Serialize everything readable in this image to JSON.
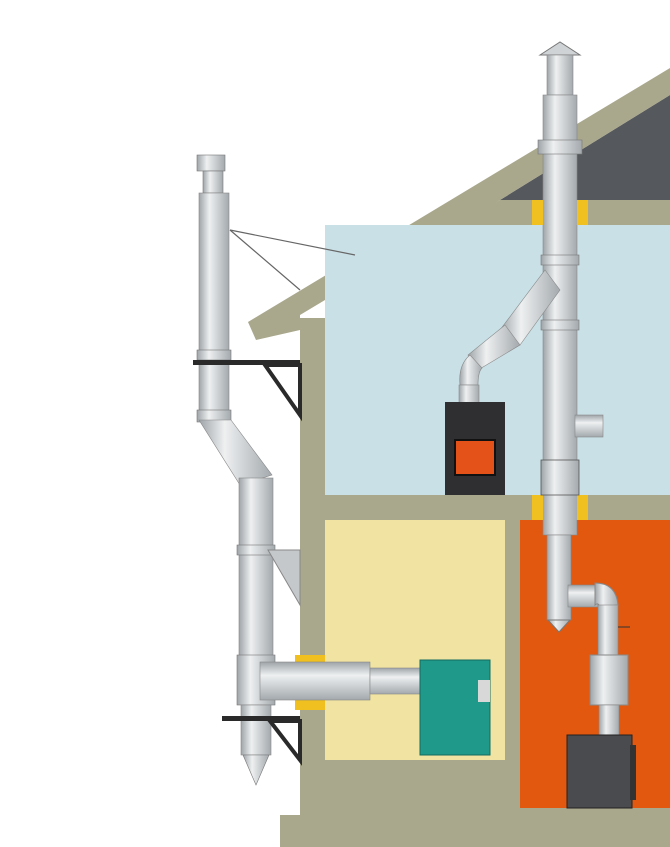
{
  "colors": {
    "background": "#ffffff",
    "structure": "#a9a78c",
    "attic": "#55585c",
    "upper_room": "#c9e0e6",
    "lower_left_room": "#f1e3a2",
    "lower_right_room": "#e2580f",
    "pipe": "#cfd3d6",
    "pipe_shadow": "#9ea4a8",
    "boiler": "#1f9a8a",
    "stove": "#2f2f31",
    "fire": "#e4521a",
    "insulation": "#f0c020",
    "bracket": "#2a2a2a"
  },
  "scene": {
    "chimneys": [
      "external-wall-mounted-chimney",
      "internal-chimney-through-roof"
    ],
    "appliances": [
      "boiler",
      "fireplace-stove",
      "floor-stove"
    ]
  }
}
